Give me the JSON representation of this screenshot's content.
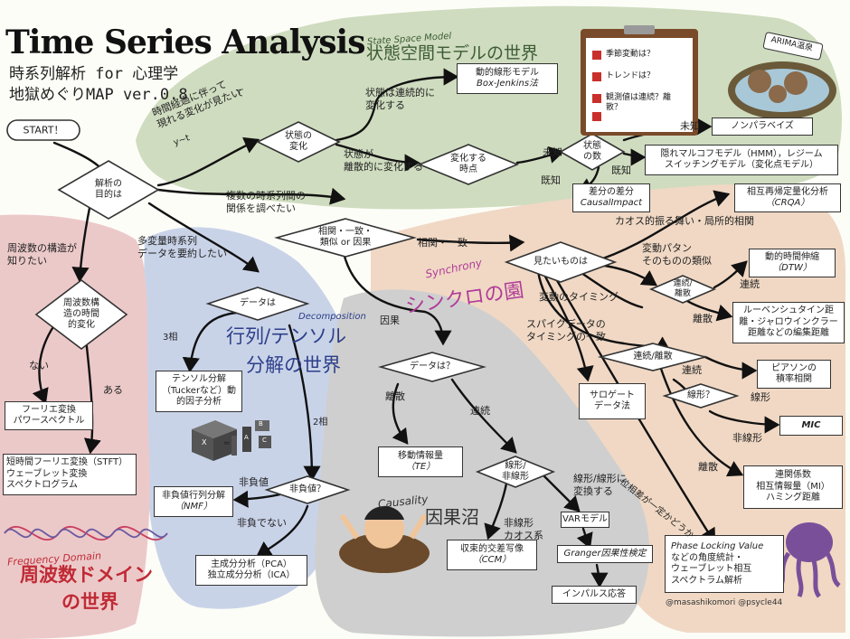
{
  "title": {
    "main": "Time Series Analysis",
    "sub1": "時系列解析 for 心理学",
    "sub2": "地獄めぐりMAP ver.0.8",
    "sub2_suffix": "て"
  },
  "colors": {
    "green": "#cfdcbf",
    "blue": "#c9d3e8",
    "red": "#ecc9c9",
    "orange": "#f0d8c4",
    "gray": "#cfcfcf",
    "purple": "#b03c9a",
    "navy": "#2d3f8a",
    "darkred": "#c02a35",
    "darkgreen": "#3c5c34"
  },
  "regions": {
    "state_space": {
      "en": "State Space Model",
      "ja": "状態空間モデルの世界"
    },
    "synchrony": {
      "en": "Synchrony",
      "ja": "シンクロの園"
    },
    "decomposition": {
      "en": "Decomposition",
      "ja_line1": "行列/テンソル",
      "ja_line2": "分解の世界"
    },
    "causality": {
      "en": "Causality",
      "ja": "因果沼"
    },
    "frequency": {
      "en": "Frequency Domain",
      "ja_line1": "周波数ドメイン",
      "ja_line2": "の世界"
    }
  },
  "nodes": {
    "start": "START！",
    "purpose": [
      "解析の",
      "目的は"
    ],
    "state_change": [
      "状態の",
      "変化"
    ],
    "change_point": [
      "変化する",
      "時点"
    ],
    "num_states": [
      "状態",
      "の数"
    ],
    "corr_causal": [
      "相関・一致・",
      "類似 or 因果"
    ],
    "want_to_see": "見たいものは",
    "cont_disc_1": [
      "連続/",
      "離散"
    ],
    "cont_disc_2": "連続/離散",
    "linear_q": "線形？",
    "data_q_decomp": "データは",
    "data_q_causal": "データは？",
    "linear_nonlinear": [
      "線形/",
      "非線形"
    ],
    "nonneg_q": "非負値？",
    "freq_change": [
      "周波数構",
      "造の時間",
      "的変化"
    ]
  },
  "boxes": {
    "box_jenkins": [
      "動的線形モデル",
      "Box-Jenkins法"
    ],
    "nonparam_bayes": "ノンパラベイズ",
    "hmm": [
      "隠れマルコフモデル（HMM），レジーム",
      "スイッチングモデル（変化点モデル）"
    ],
    "causal_impact": [
      "差分の差分",
      "CausalImpact"
    ],
    "crqa": [
      "相互再帰定量化分析",
      "（CRQA）"
    ],
    "dtw": [
      "動的時間伸縮",
      "（DTW）"
    ],
    "levenshtein": [
      "ルーベンシュタイン距",
      "離・ジャロウインクラー",
      "距離などの編集距離"
    ],
    "surrogate": [
      "サロゲート",
      "データ法"
    ],
    "pearson": [
      "ピアソンの",
      "積率相関"
    ],
    "mic": "MIC",
    "mi": [
      "連関係数",
      "相互情報量（MI）",
      "ハミング距離"
    ],
    "plv": [
      "Phase Locking Value",
      "などの角度統計・",
      "ウェーブレット相互",
      "スペクトラム解析"
    ],
    "te": [
      "移動情報量",
      "（TE）"
    ],
    "ccm": [
      "収束的交差写像",
      "（CCM）"
    ],
    "var": "VARモデル",
    "granger": "Granger因果性検定",
    "impulse": "インパルス応答",
    "tensor": [
      "テンソル分解",
      "（Tuckerなど）動",
      "的因子分析"
    ],
    "nmf": [
      "非負値行列分解",
      "（NMF）"
    ],
    "pca": [
      "主成分分析（PCA）",
      "独立成分分析（ICA）"
    ],
    "fourier": [
      "フーリエ変換",
      "パワースペクトル"
    ],
    "stft": [
      "短時間フーリエ変換（STFT）",
      "ウェーブレット変換",
      "スペクトログラム"
    ]
  },
  "labels": {
    "time_change": [
      "時間経過に伴って",
      "現れる変化が見たい"
    ],
    "yt": "y~t",
    "continuous_change": [
      "状態は連続的に",
      "変化する"
    ],
    "discrete_change": [
      "状態が",
      "離散的に変化する"
    ],
    "unknown1": "未知",
    "unknown2": "未知",
    "known1": "既知",
    "known2": "既知",
    "relation": [
      "複数の時系列間の",
      "関係を調べたい"
    ],
    "multivariate": [
      "多変量時系列",
      "データを要約したい"
    ],
    "freq_structure": [
      "周波数の構造が",
      "知りたい"
    ],
    "chaos": "カオス的振る舞い・局所的相関",
    "pattern": [
      "変動パタン",
      "そのものの類似"
    ],
    "timing": "変動のタイミング",
    "spike": [
      "スパイクデータの",
      "タイミングの一致"
    ],
    "correlation_match": "相関・一致",
    "causal": "因果",
    "continuous_a": "連続",
    "discrete_a": "離散",
    "continuous_b": "連続",
    "linear_b": "線形",
    "nonlinear_b": "非線形",
    "discrete_b": "離散",
    "phase": "位相差が一定かどうか",
    "discrete_c": "離散",
    "continuous_c": "連続",
    "linear_nonlinear_vec": [
      "線形/線形に",
      "変換する"
    ],
    "nonlinear_chaos": [
      "非線形",
      "カオス系"
    ],
    "three_phase": "3相",
    "two_phase": "2相",
    "nonneg": "非負値",
    "not_nonneg": "非負でない",
    "none": "ない",
    "exists": "ある"
  },
  "clipboard": [
    "季節変動は？",
    "トレンドは？",
    "観測値は連続？離散？"
  ],
  "arima": "ARIMA温泉",
  "credit": "@masashikomori @psycle44",
  "matrix_letters": [
    "X",
    "≈",
    "A",
    "B",
    "C"
  ]
}
